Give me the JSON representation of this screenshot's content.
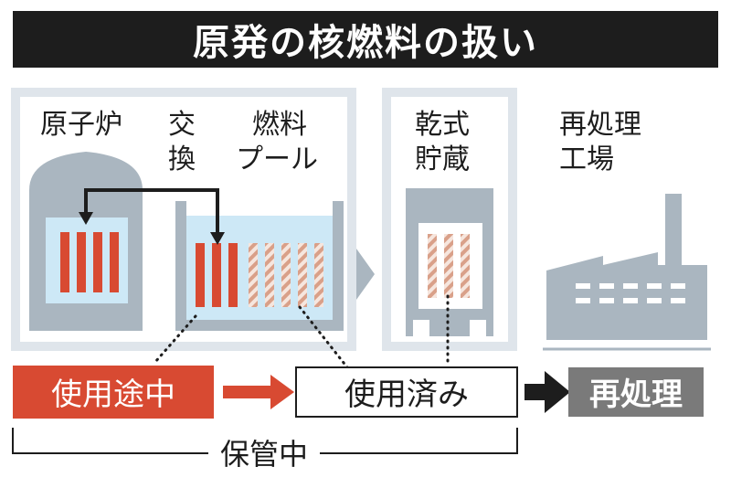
{
  "title": "原発の核燃料の扱い",
  "facilities": {
    "reactor": "原子炉",
    "exchange": [
      "交",
      "換"
    ],
    "pool": [
      "燃料",
      "プール"
    ],
    "dry_storage": [
      "乾式",
      "貯蔵"
    ],
    "reprocessing_plant": [
      "再処理",
      "工場"
    ]
  },
  "stages": {
    "in_use": "使用途中",
    "used": "使用済み",
    "reprocess": "再処理",
    "storage": "保管中"
  },
  "colors": {
    "in_use_fuel": "#d84a32",
    "used_fuel_stripe": "#d9a089",
    "building_fill": "#dfe5eb",
    "building_gray": "#aab6c0",
    "water": "#cde8f6",
    "reprocess_box": "#7a7a7a",
    "title_bar": "#1d1d1d"
  }
}
